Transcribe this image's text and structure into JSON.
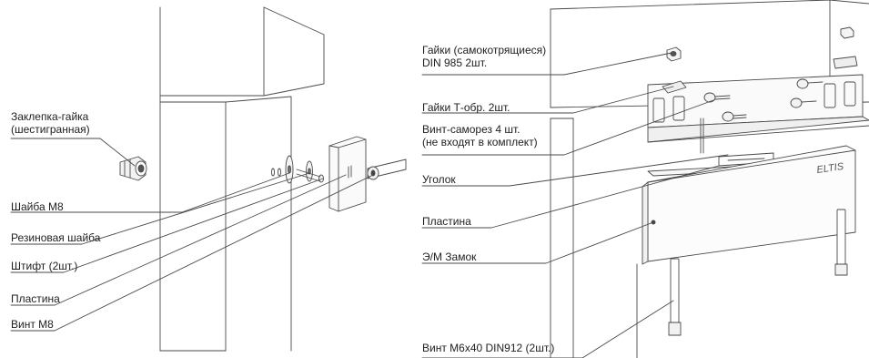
{
  "left_labels": {
    "nut_rivet": [
      "Заклепка-гайка",
      "(шестигранная)"
    ],
    "washer_m8": "Шайба М8",
    "rubber_washer": "Резиновая шайба",
    "pin": "Штифт (2шт.)",
    "plate": "Пластина",
    "screw_m8": "Винт М8"
  },
  "right_labels": {
    "self_lock_nuts": [
      "Гайки (самокотрящиеся)",
      "DIN 985 2шт."
    ],
    "t_nuts": "Гайки Т-обр. 2шт.",
    "self_tap_screws": [
      "Винт-саморез 4 шт.",
      "(не входят в комплект)"
    ],
    "bracket": "Уголок",
    "plate": "Пластина",
    "em_lock": "Э/М Замок",
    "screw_m6": "Винт М6х40 DIN912 (2шт.)"
  },
  "brand_mark": "ELTIS",
  "colors": {
    "line": "#4a4a4a",
    "text": "#1e1e1e",
    "background": "#ffffff"
  }
}
